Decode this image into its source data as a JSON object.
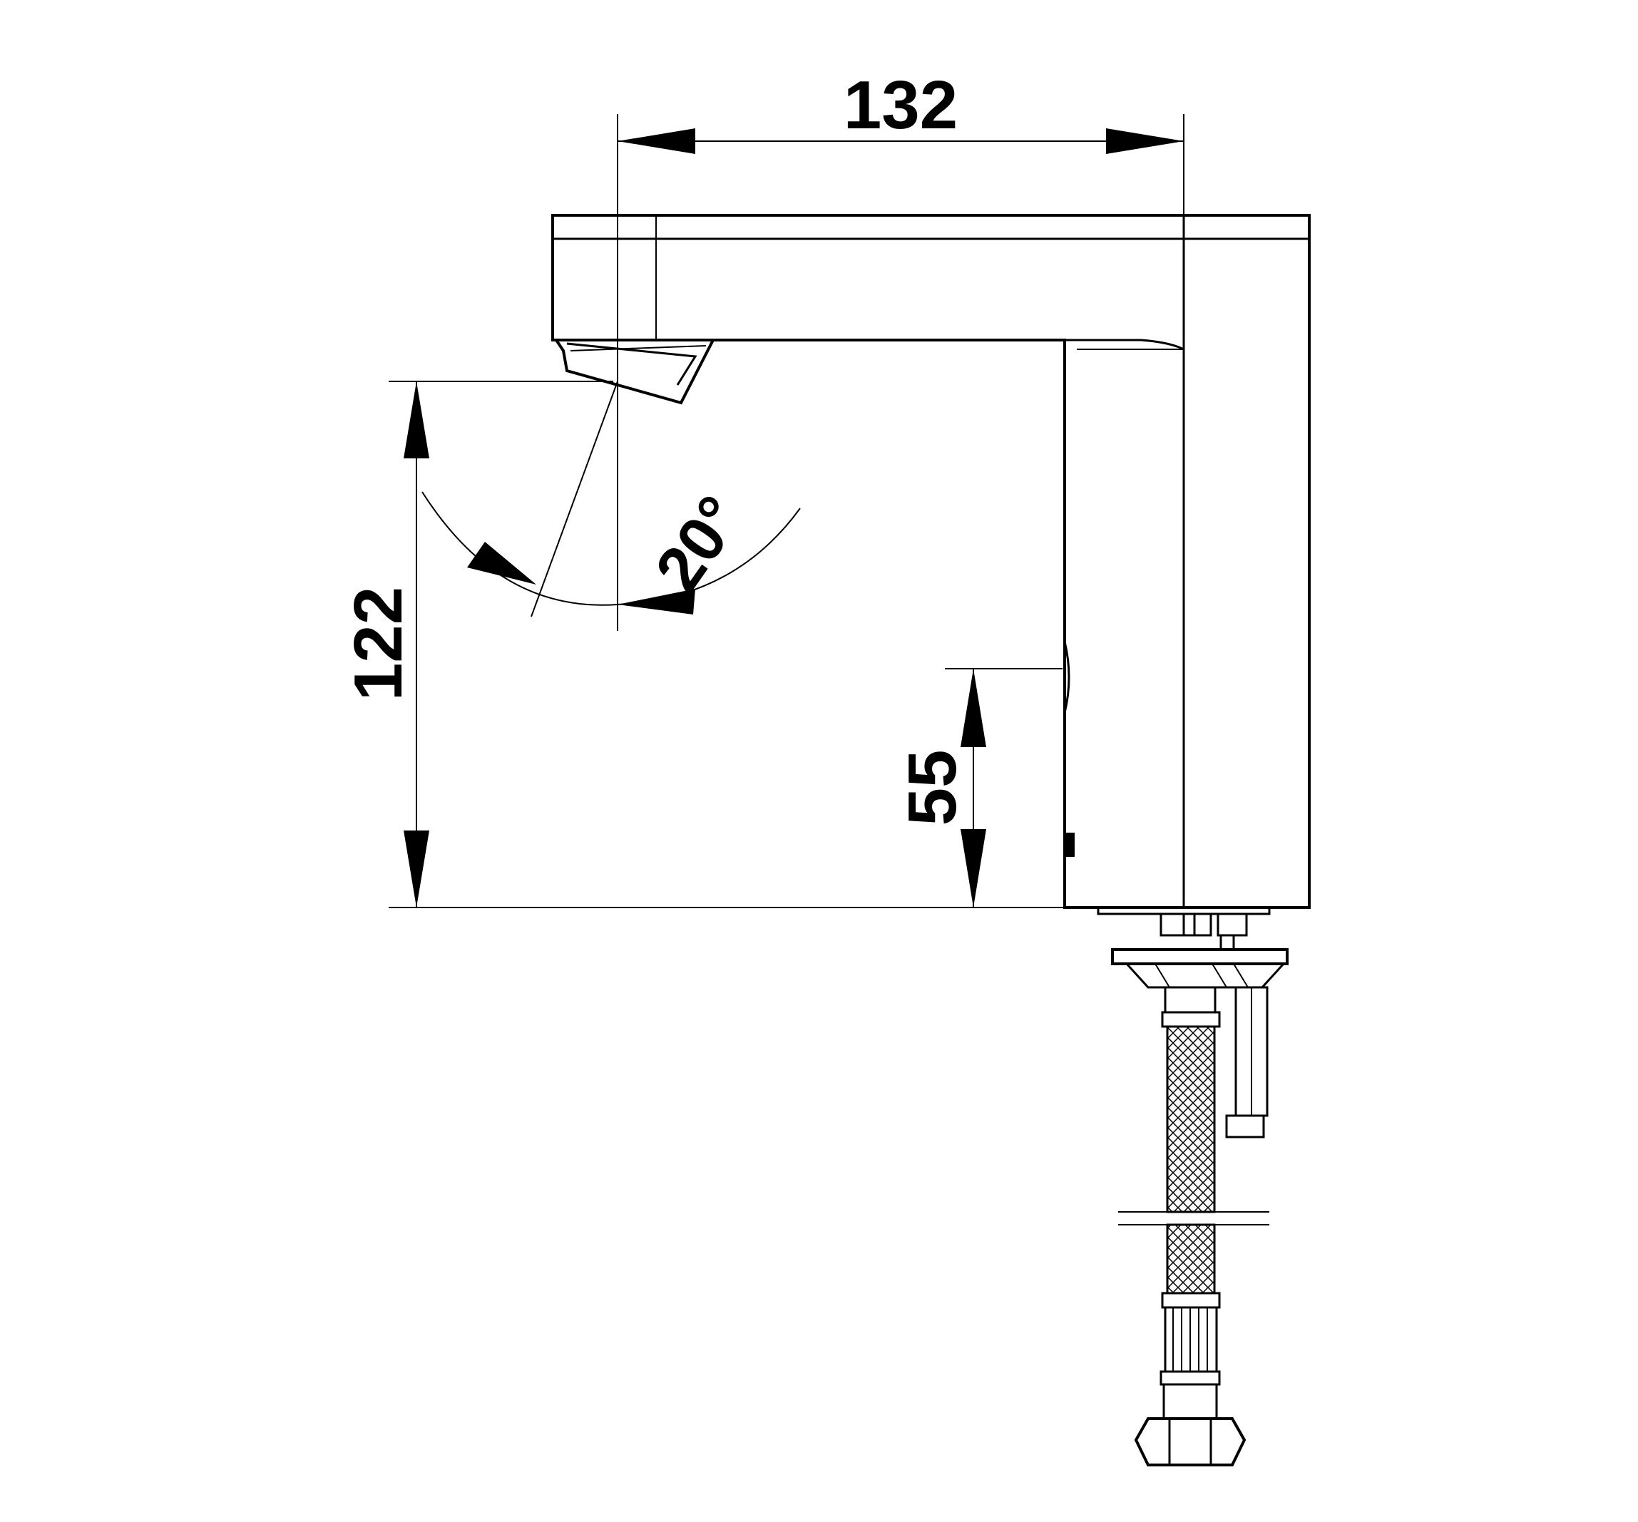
{
  "dimensions": {
    "spout_reach": "132",
    "spout_height": "122",
    "sensor_height": "55",
    "spray_angle": "20°"
  },
  "colors": {
    "line": "#000000",
    "background": "#ffffff"
  }
}
